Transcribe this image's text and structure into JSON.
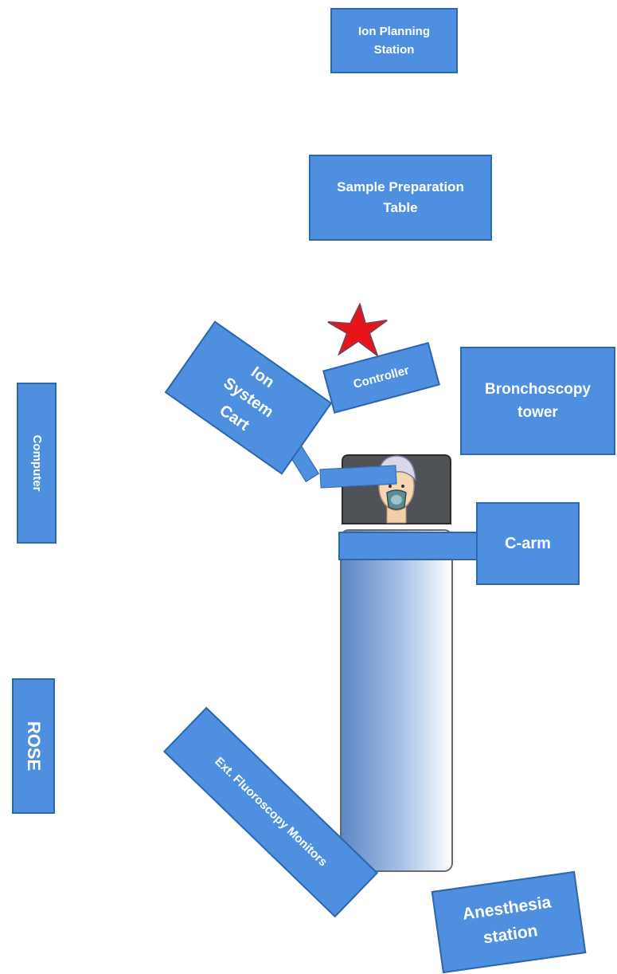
{
  "diagram": {
    "ion_planning_station": "Ion Planning Station",
    "sample_preparation_table": "Sample Preparation Table",
    "ion_system_cart": "Ion System Cart",
    "controller": "Controller",
    "bronchoscopy_tower": "Bronchoscopy tower",
    "computer": "Computer",
    "c_arm": "C-arm",
    "rose": "ROSE",
    "ext_fluoroscopy_monitors": "Ext. Fluoroscopy Monitors",
    "anesthesia_station": "Anesthesia station"
  },
  "icons": {
    "operator_marker": "star-icon",
    "patient": "patient-head-icon"
  },
  "colors": {
    "box_fill": "#4e8fe0",
    "box_border": "#2f67ad",
    "star": "#e8141c",
    "bed": "#7fa3d6"
  }
}
